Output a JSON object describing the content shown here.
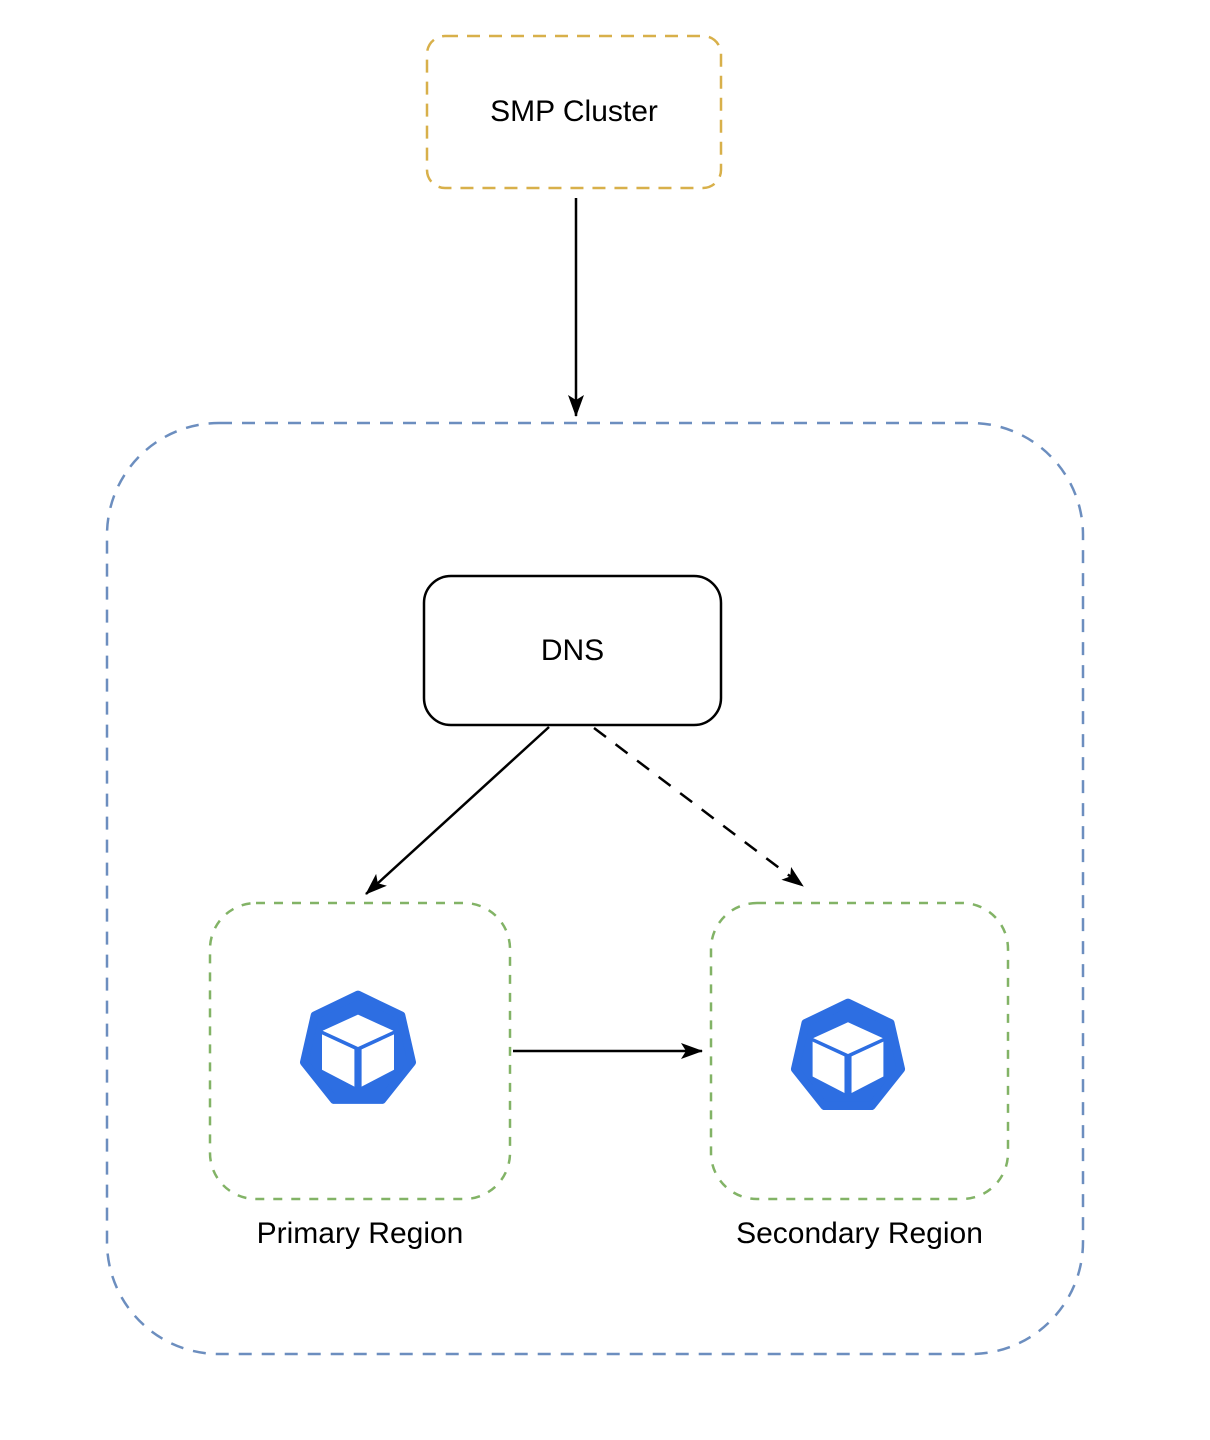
{
  "diagram": {
    "title": "",
    "nodes": {
      "smp_cluster": {
        "label": "SMP Cluster",
        "border_color": "#d8b04a",
        "border_style": "dashed",
        "fill": "#ffffff"
      },
      "outer_container": {
        "label": "",
        "border_color": "#6c8ebf",
        "border_style": "dashed",
        "fill": "#ffffff"
      },
      "dns": {
        "label": "DNS",
        "border_color": "#000000",
        "border_style": "solid",
        "fill": "#ffffff"
      },
      "primary_region": {
        "label": "Primary Region",
        "border_color": "#82b366",
        "border_style": "dashed",
        "fill": "#ffffff",
        "icon": "cube-heptagon-icon"
      },
      "secondary_region": {
        "label": "Secondary Region",
        "border_color": "#82b366",
        "border_style": "dashed",
        "fill": "#ffffff",
        "icon": "cube-heptagon-icon"
      }
    },
    "edges": [
      {
        "from": "SMP Cluster",
        "to": "outer container",
        "style": "solid",
        "arrowhead": "filled"
      },
      {
        "from": "DNS",
        "to": "Primary Region",
        "style": "solid",
        "arrowhead": "filled"
      },
      {
        "from": "DNS",
        "to": "Secondary Region",
        "style": "dashed",
        "arrowhead": "filled"
      },
      {
        "from": "Primary Region",
        "to": "Secondary Region",
        "style": "solid",
        "arrowhead": "filled"
      }
    ],
    "colors": {
      "arrow": "#000000",
      "text": "#000000",
      "background": "#ffffff",
      "icon_fill": "#2d6ee2",
      "icon_cube": "#ffffff"
    }
  }
}
